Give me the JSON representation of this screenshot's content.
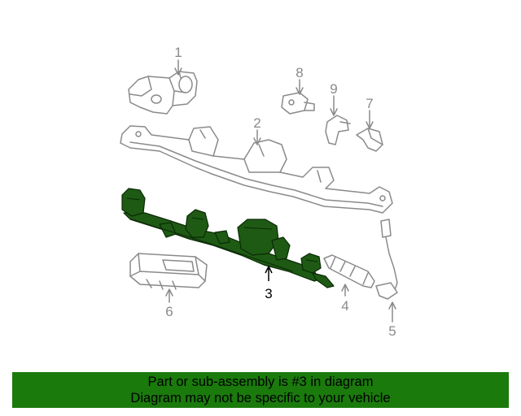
{
  "diagram": {
    "highlight_color": "#1e5a14",
    "part_color": "#8a8a8a",
    "callouts": [
      {
        "id": "1",
        "label": "1"
      },
      {
        "id": "2",
        "label": "2"
      },
      {
        "id": "3",
        "label": "3"
      },
      {
        "id": "4",
        "label": "4"
      },
      {
        "id": "5",
        "label": "5"
      },
      {
        "id": "6",
        "label": "6"
      },
      {
        "id": "7",
        "label": "7"
      },
      {
        "id": "8",
        "label": "8"
      },
      {
        "id": "9",
        "label": "9"
      }
    ]
  },
  "footer": {
    "background": "#1a7a0c",
    "line1": "Part or sub-assembly is #3 in diagram",
    "line2": "Diagram may not be specific to your vehicle"
  }
}
